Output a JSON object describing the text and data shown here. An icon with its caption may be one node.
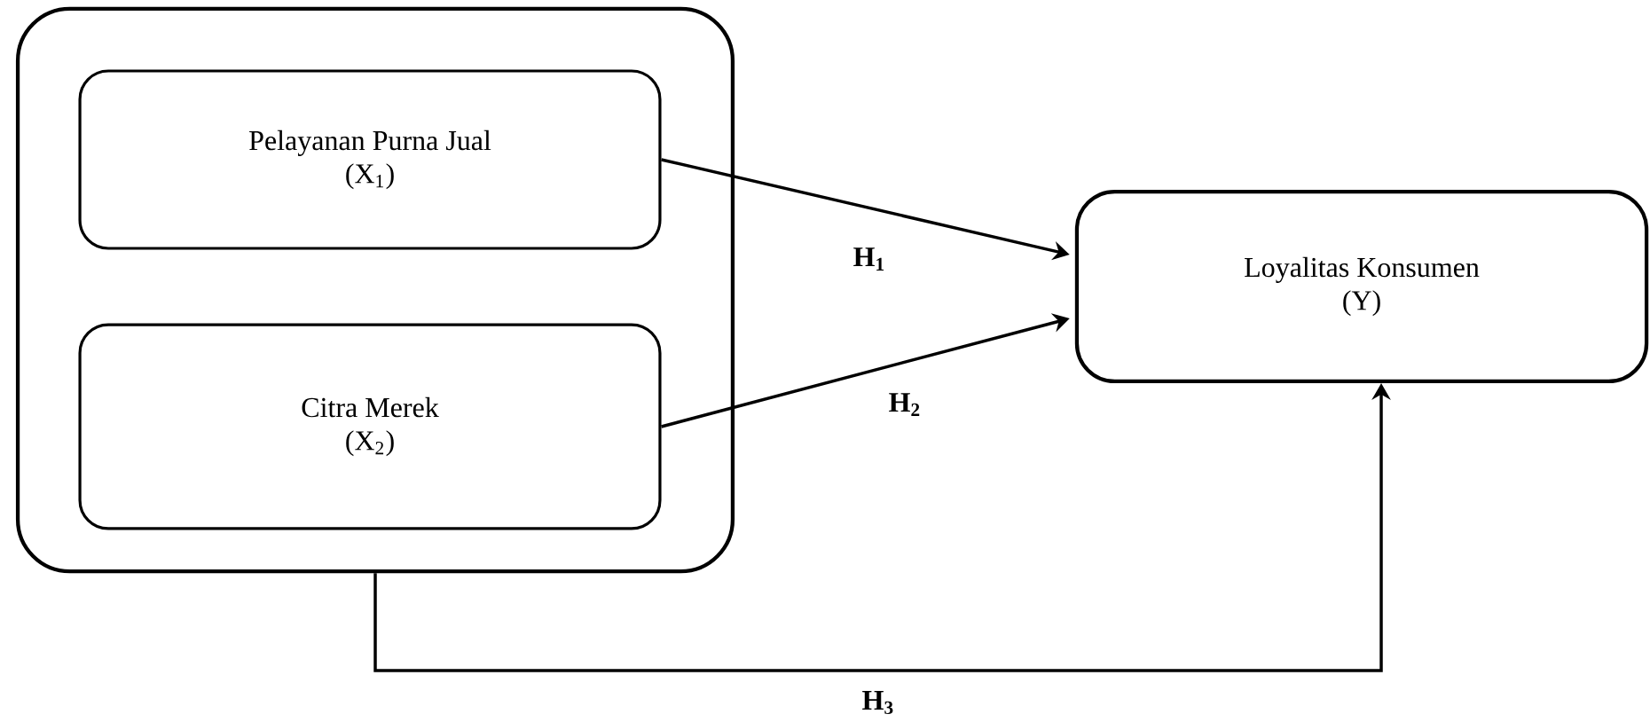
{
  "diagram": {
    "nodes": [
      {
        "text": [],
        "shape": "box"
      },
      {
        "text": [
          "Pelayanan  Purna Jual",
          "(X$_{1}$)"
        ],
        "in": 0
      },
      {
        "text": [
          "Citra Merek",
          "(X$_{2}$)"
        ],
        "in": 0
      },
      {
        "text": [
          "Loyalitas  Konsumen",
          "(Y)"
        ]
      }
    ],
    "edges": [
      {
        "from": 1,
        "to": 3,
        "arrow": "to",
        "label": "H$_{1}$"
      },
      {
        "from": 2,
        "to": 3,
        "arrow": "to",
        "label": "H$_{2}$"
      },
      {
        "from": 0,
        "to": 3,
        "arrow": "to",
        "label": "H$_{3}$"
      }
    ]
  }
}
